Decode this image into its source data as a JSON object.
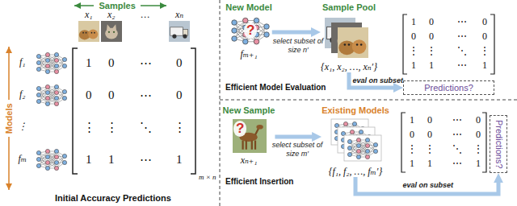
{
  "diagram": {
    "nodes": [
      {
        "text": [
          "New Model",
          "fₘ₊₁"
        ]
      },
      {
        "text": [
          "Sample Pool",
          "{x₁, x₂, …, xₙ′}"
        ]
      },
      {
        "text": [
          "Predictions?"
        ]
      },
      {
        "text": [
          "New Sample",
          "xₙ₊₁"
        ]
      },
      {
        "text": [
          "Existing Models",
          "{f₁, f₂, …, fₘ′}"
        ]
      },
      {
        "text": [
          "Predictions?"
        ]
      }
    ],
    "edges": [
      {
        "from": 0,
        "to": 1,
        "arrow": "to",
        "label": "select subset of size n′"
      },
      {
        "from": 1,
        "to": 2,
        "arrow": "to",
        "label": "eval on subset"
      },
      {
        "from": 3,
        "to": 4,
        "arrow": "to",
        "label": "select subset of size m′"
      },
      {
        "from": 4,
        "to": 5,
        "arrow": "to",
        "label": "eval on subset"
      }
    ],
    "labels": [
      "Samples",
      "x₁",
      "x₂",
      "…",
      "xₙ",
      "Models",
      "f₁",
      "f₂",
      "⋮",
      "fₘ",
      "1",
      "0",
      "⋯",
      "0",
      "0",
      "0",
      "⋯",
      "0",
      "⋮",
      "⋮",
      "⋱",
      "⋮",
      "1",
      "1",
      "⋯",
      "1",
      "m × n",
      "Initial Accuracy Predictions",
      "?",
      "1",
      "0",
      "⋯",
      "0",
      "0",
      "0",
      "⋯",
      "0",
      "⋮",
      "⋮",
      "⋱",
      "⋮",
      "1",
      "1",
      "⋯",
      "1",
      "Efficient Model Evaluation",
      "?",
      "1",
      "0",
      "⋯",
      "0",
      "0",
      "0",
      "⋯",
      "0",
      "⋮",
      "⋮",
      "⋱",
      "⋮",
      "1",
      "1",
      "⋯",
      "1",
      "Efficient Insertion"
    ]
  }
}
